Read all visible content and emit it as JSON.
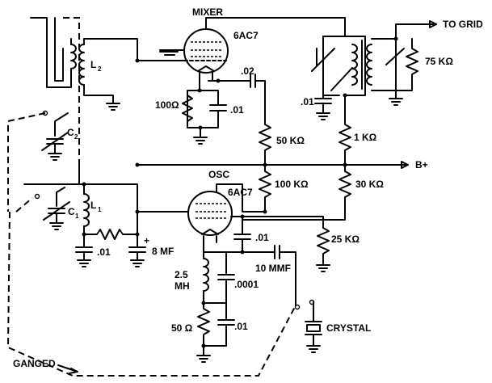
{
  "labels": {
    "mixer": "MIXER",
    "mixer_tube": "6AC7",
    "osc": "OSC",
    "osc_tube": "6AC7",
    "to_grid": "TO GRID",
    "b_plus": "B+",
    "l2": "L",
    "l2_sub": "2",
    "l1": "L",
    "l1_sub": "1",
    "c2": "C",
    "c2_sub": "2",
    "c1": "C",
    "c1_sub": "1",
    "r_100ohm": "100Ω",
    "c_01_mixer_cathode": ".01",
    "c_02": ".02",
    "c_01_tank": ".01",
    "r_50k": "50 KΩ",
    "r_1k": "1 KΩ",
    "r_75k": "75 KΩ",
    "r_100k": "100 KΩ",
    "r_30k": "30 KΩ",
    "r_25k": "25 KΩ",
    "c_01_osc_left": ".01",
    "c_8mf": "8 MF",
    "c_01_osc_plate": ".01",
    "c_10mmf": "10 MMF",
    "l_2_5mh_a": "2.5",
    "l_2_5mh_b": "MH",
    "c_0001": ".0001",
    "r_50ohm": "50 Ω",
    "c_01_osc_cathode": ".01",
    "crystal": "CRYSTAL",
    "ganged": "GANGED",
    "plus_sign": "+"
  }
}
